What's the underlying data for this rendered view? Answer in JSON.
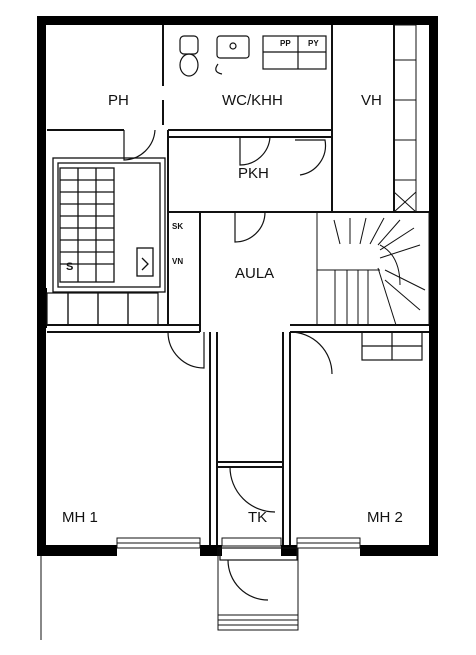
{
  "rooms": {
    "ph": "PH",
    "wc_khh": "WC/KHH",
    "vh": "VH",
    "pkh": "PKH",
    "aula": "AULA",
    "mh1": "MH 1",
    "tk": "TK",
    "mh2": "MH 2"
  },
  "fixtures": {
    "pp": "PP",
    "py": "PY",
    "sk": "SK",
    "vn": "VN",
    "s": "S"
  },
  "colors": {
    "wall": "#000000",
    "line": "#111111",
    "background": "#ffffff"
  }
}
